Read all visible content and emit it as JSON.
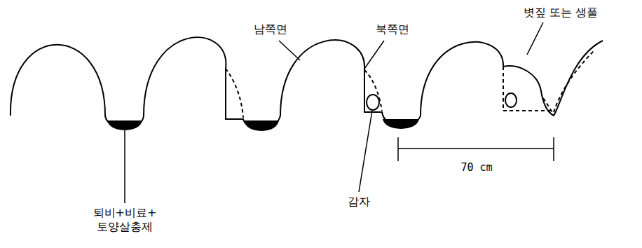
{
  "diagram": {
    "labels": [
      "남쪽면",
      "북쪽면",
      "볏짚 또는 생풀",
      "70 cm",
      "감자",
      "퇴비+비료+ 토양살충제"
    ]
  }
}
